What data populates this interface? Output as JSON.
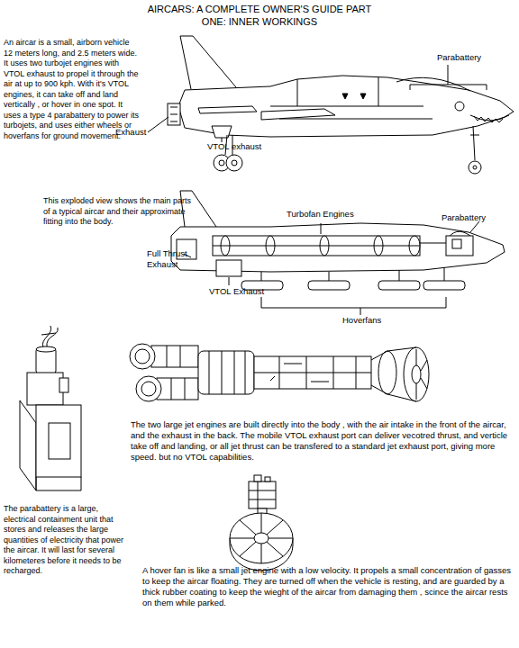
{
  "diagram": {
    "title": "AIRCARS: A COMPLETE OWNER'S GUIDE PART ONE: INNER WORKINGS",
    "labels": [
      "An aircar is a small, airborn vehicle 12 meters long, and 2.5 meters wide. It uses two turbojet engines with VTOL exhaust to propel it through the air at up to 900 kph. With it's VTOL engines, it can take off and land vertically , or hover in one spot. It uses a type 4 parabattery to power its turbojets, and uses either wheels or hoverfans for ground movement.",
      "Parabattery",
      "Exhaust",
      "VTOL exhaust",
      "This exploded view shows the main parts of a typical aircar and their approximate fitting into the body.",
      "Turbofan Engines",
      "Parabattery",
      "Full Thrust Exhaust",
      "VTOL Exhaust",
      "Hoverfans",
      "The parabattery is a large, electrical containment unit that stores and releases the large quantities of electricity that power the aircar. It will last for several kilometeres before it needs to be recharged.",
      "The two large jet engines are built directly into the body , with the air intake in the front of the aircar, and the exhaust in the back. The mobile VTOL exhaust port can deliver vecotred thrust, and verticle take off and landing, or all jet thrust can be transfered to a standard jet exhaust port, giving more speed. but no VTOL capabilities.",
      "A hover fan is like a small jet engine with a low velocity. It propels a small concentration of gasses to keep the aircar floating. They are turned off when the vehicle is resting, and are guarded by a thick rubber coating to keep the wieght of the aircar from damaging them , scince the aircar rests on them while parked."
    ]
  }
}
